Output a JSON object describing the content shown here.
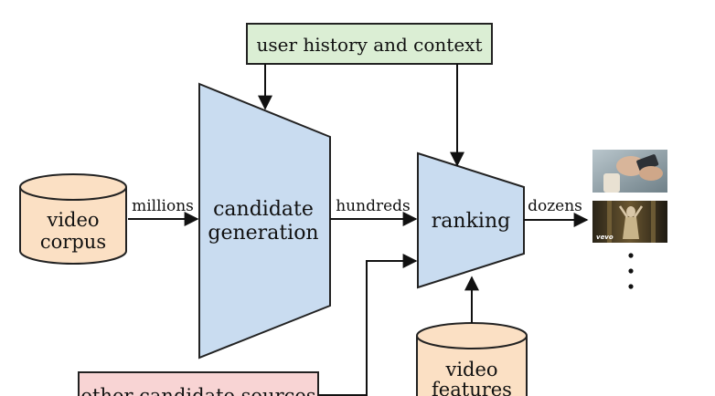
{
  "nodes": {
    "user_history": {
      "label": "user history and context",
      "fill": "#dbeed4",
      "stroke": "#222222"
    },
    "video_corpus": {
      "line1": "video",
      "line2": "corpus",
      "fill": "#fbe0c4",
      "stroke": "#222222"
    },
    "candidate_generation": {
      "line1": "candidate",
      "line2": "generation",
      "fill": "#c9dcf0",
      "stroke": "#222222"
    },
    "ranking": {
      "label": "ranking",
      "fill": "#c9dcf0",
      "stroke": "#222222"
    },
    "video_features": {
      "line1": "video",
      "line2": "features",
      "fill": "#fbe0c4",
      "stroke": "#222222"
    },
    "other_sources": {
      "label": "other candidate sources",
      "fill": "#f8d4d4",
      "stroke": "#222222"
    }
  },
  "edges": {
    "corpus_to_generation": "millions",
    "generation_to_ranking": "hundreds",
    "ranking_to_output": "dozens"
  },
  "outputs": {
    "thumbnail_1": "hand-holding-phone-image",
    "thumbnail_2": "music-video-image",
    "thumbnail_2_badge": "vevo",
    "more": "vertical-ellipsis"
  }
}
